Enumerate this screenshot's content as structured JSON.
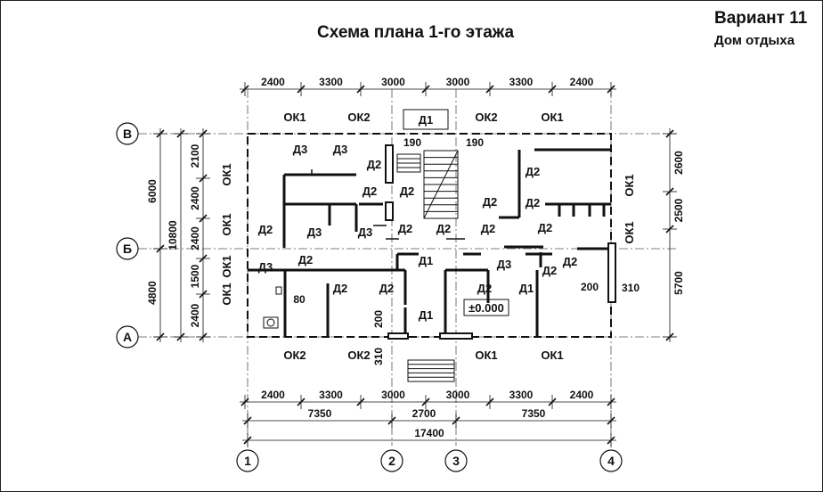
{
  "header": {
    "title": "Схема плана 1-го этажа",
    "variant": "Вариант 11",
    "building": "Дом отдыха"
  },
  "axes": {
    "columns": [
      "1",
      "2",
      "3",
      "4"
    ],
    "rows": [
      "В",
      "Б",
      "А"
    ]
  },
  "dimensions": {
    "top": [
      "2400",
      "3300",
      "3000",
      "3000",
      "3300",
      "2400"
    ],
    "bottom": [
      "2400",
      "3300",
      "3000",
      "3000",
      "3300",
      "2400"
    ],
    "bottom_mid": [
      "7350",
      "2700",
      "7350"
    ],
    "overall_width": "17400",
    "left_outer": [
      "6000",
      "4800"
    ],
    "left_total": "10800",
    "left_inner": [
      "2100",
      "2400",
      "2400",
      "1500",
      "2400"
    ],
    "right": [
      "2600",
      "2500",
      "5700"
    ],
    "details": [
      "190",
      "190",
      "80",
      "200",
      "310",
      "200",
      "310"
    ]
  },
  "labels": {
    "windows": [
      "ОК1",
      "ОК2",
      "ОК2",
      "ОК1",
      "ОК1",
      "ОК1",
      "ОК1",
      "ОК1",
      "ОК1",
      "ОК1",
      "ОК2",
      "ОК2",
      "ОК1",
      "ОК1"
    ],
    "doors": [
      "Д1",
      "Д3",
      "Д3",
      "Д2",
      "Д2",
      "Д2",
      "Д2",
      "Д2",
      "Д2",
      "Д2",
      "Д2",
      "Д3",
      "Д3",
      "Д2",
      "Д2",
      "Д2",
      "Д1",
      "Д2",
      "Д3",
      "Д3",
      "Д2",
      "Д2",
      "Д2",
      "Д2",
      "Д2",
      "Д1",
      "Д1"
    ],
    "level": "±0.000"
  }
}
